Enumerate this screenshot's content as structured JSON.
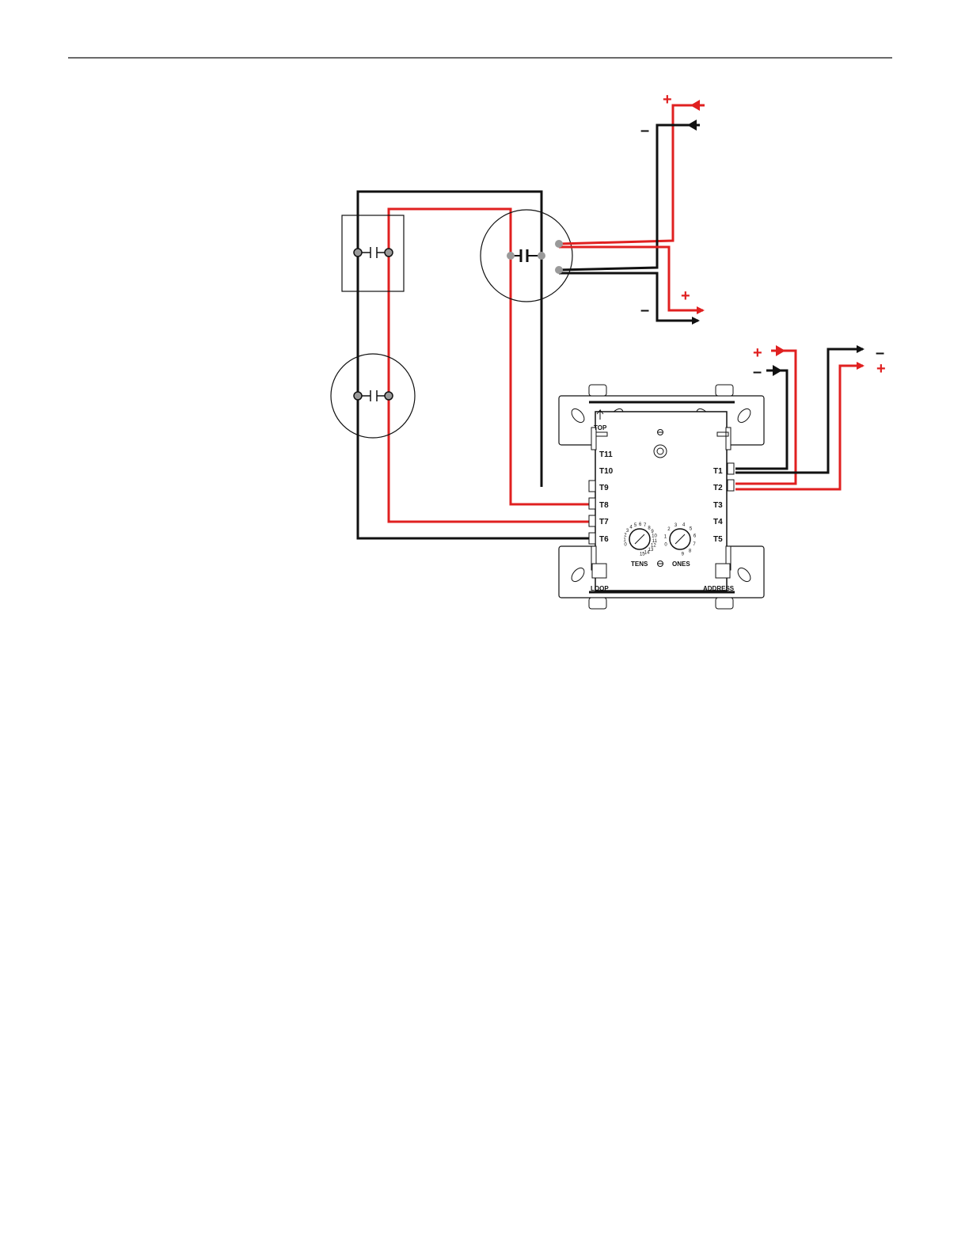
{
  "colors": {
    "positive": "#e02020",
    "negative": "#111111",
    "terminal_dot": "#9a9a9a"
  },
  "module": {
    "terminals_left": [
      "T11",
      "T10",
      "T9",
      "T8",
      "T7",
      "T6"
    ],
    "terminals_right": [
      "T1",
      "T2",
      "T3",
      "T4",
      "T5"
    ],
    "top_label": "TOP",
    "loop_label": "LOOP",
    "address_label": "ADDRESS",
    "tens_label": "TENS",
    "ones_label": "ONES",
    "tens_dial": [
      "0",
      "1",
      "2",
      "3",
      "4",
      "5",
      "6",
      "7",
      "8",
      "9",
      "10",
      "11",
      "12",
      "13",
      "14",
      "15"
    ],
    "ones_dial": [
      "0",
      "1",
      "2",
      "3",
      "4",
      "5",
      "6",
      "7",
      "8",
      "9"
    ]
  },
  "signs": {
    "plus": "+",
    "minus": "–"
  }
}
